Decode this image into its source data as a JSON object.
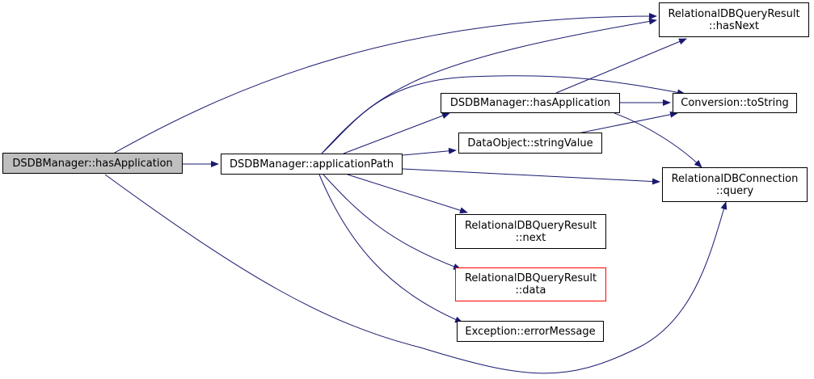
{
  "colors": {
    "edge": "#191970",
    "node_border": "#000000",
    "root_fill": "#bfbfbf",
    "missing_border": "#ff0000"
  },
  "nodes": {
    "root": {
      "line1": "DSDBManager::hasApplication"
    },
    "applicationPath": {
      "line1": "DSDBManager::applicationPath"
    },
    "hasApplication2": {
      "line1": "DSDBManager::hasApplication"
    },
    "stringValue": {
      "line1": "DataObject::stringValue"
    },
    "hasNext": {
      "line1": "RelationalDBQueryResult",
      "line2": "::hasNext"
    },
    "toString": {
      "line1": "Conversion::toString"
    },
    "query": {
      "line1": "RelationalDBConnection",
      "line2": "::query"
    },
    "next": {
      "line1": "RelationalDBQueryResult",
      "line2": "::next"
    },
    "data": {
      "line1": "RelationalDBQueryResult",
      "line2": "::data"
    },
    "errorMessage": {
      "line1": "Exception::errorMessage"
    }
  },
  "edges": [
    [
      "root",
      "applicationPath"
    ],
    [
      "root",
      "hasNext"
    ],
    [
      "root",
      "query"
    ],
    [
      "applicationPath",
      "hasNext"
    ],
    [
      "applicationPath",
      "toString"
    ],
    [
      "applicationPath",
      "hasApplication2"
    ],
    [
      "applicationPath",
      "stringValue"
    ],
    [
      "applicationPath",
      "query"
    ],
    [
      "applicationPath",
      "next"
    ],
    [
      "applicationPath",
      "data"
    ],
    [
      "applicationPath",
      "errorMessage"
    ],
    [
      "hasApplication2",
      "hasNext"
    ],
    [
      "hasApplication2",
      "toString"
    ],
    [
      "hasApplication2",
      "query"
    ],
    [
      "stringValue",
      "toString"
    ]
  ]
}
